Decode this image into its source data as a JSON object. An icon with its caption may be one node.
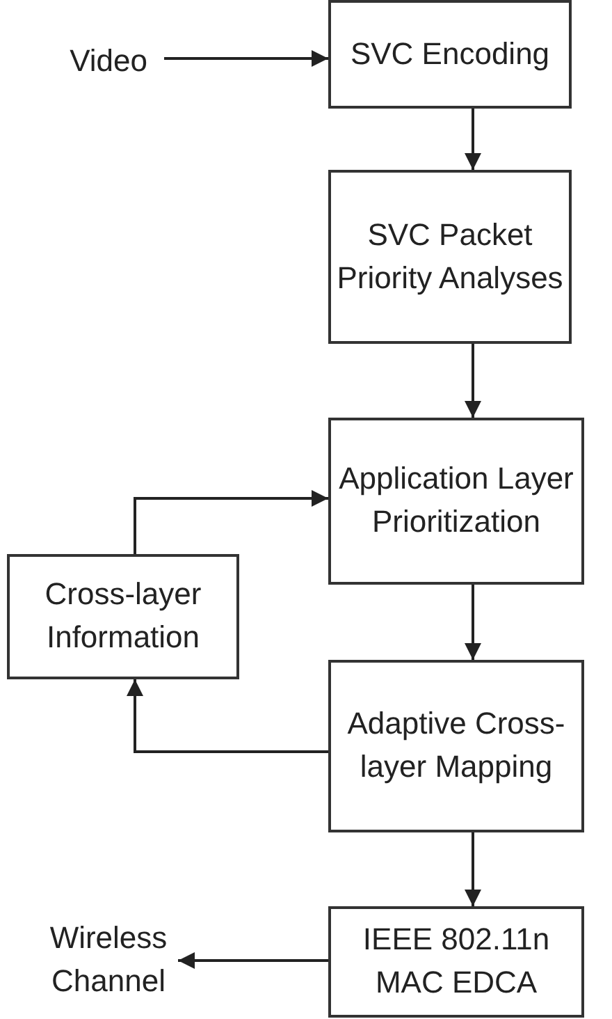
{
  "diagram": {
    "nodes": [
      {
        "text": [
          "Video"
        ]
      },
      {
        "text": [
          "SVC Encoding"
        ]
      },
      {
        "text": [
          "SVC Packet Priority Analyses"
        ]
      },
      {
        "text": [
          "Application Layer Prioritization"
        ]
      },
      {
        "text": [
          "Cross-layer Information"
        ]
      },
      {
        "text": [
          "Adaptive Cross-layer Mapping"
        ]
      },
      {
        "text": [
          "IEEE 802.11n MAC EDCA"
        ]
      },
      {
        "text": [
          "Wireless Channel"
        ]
      }
    ],
    "edges": [
      {
        "from": 0,
        "to": 1,
        "arrow": "to"
      },
      {
        "from": 1,
        "to": 2,
        "arrow": "to"
      },
      {
        "from": 2,
        "to": 3,
        "arrow": "to"
      },
      {
        "from": 3,
        "to": 5,
        "arrow": "to"
      },
      {
        "from": 5,
        "to": 4,
        "arrow": "to"
      },
      {
        "from": 4,
        "to": 3,
        "arrow": "to"
      },
      {
        "from": 5,
        "to": 6,
        "arrow": "to"
      },
      {
        "from": 6,
        "to": 7,
        "arrow": "to"
      }
    ]
  }
}
